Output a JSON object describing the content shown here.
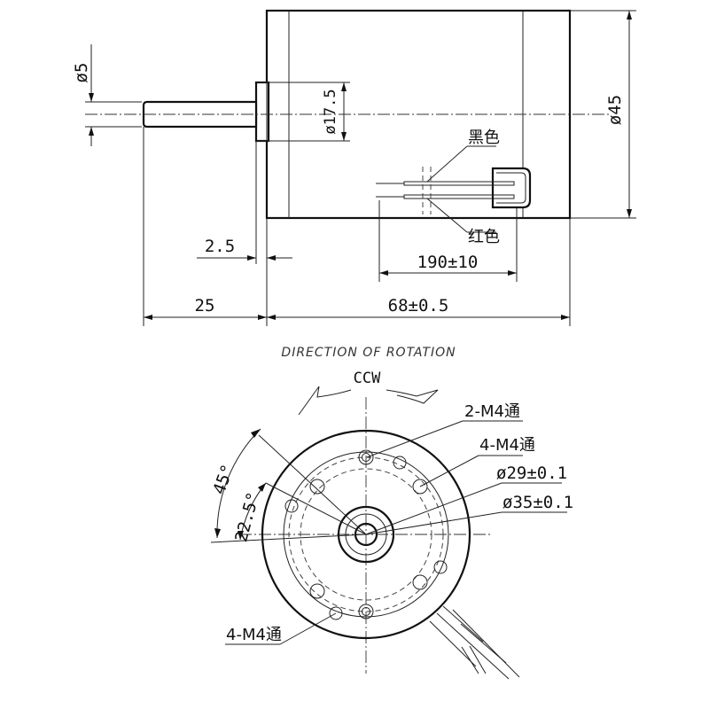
{
  "side_view": {
    "shaft_diameter": "ø5",
    "boss_diameter": "ø17.5",
    "body_diameter": "ø45",
    "wire_black": "黑色",
    "wire_red": "红色",
    "boss_length": "2.5",
    "shaft_length": "25",
    "body_length": "68±0.5",
    "lead_length": "190±10"
  },
  "end_view": {
    "title": "DIRECTION OF ROTATION",
    "rotation": "CCW",
    "holes_top": "2-M4通",
    "holes_mid": "4-M4通",
    "pcd_inner": "ø29±0.1",
    "pcd_outer": "ø35±0.1",
    "holes_bottom": "4-M4通",
    "angle_large": "45°",
    "angle_small": "22.5°"
  }
}
